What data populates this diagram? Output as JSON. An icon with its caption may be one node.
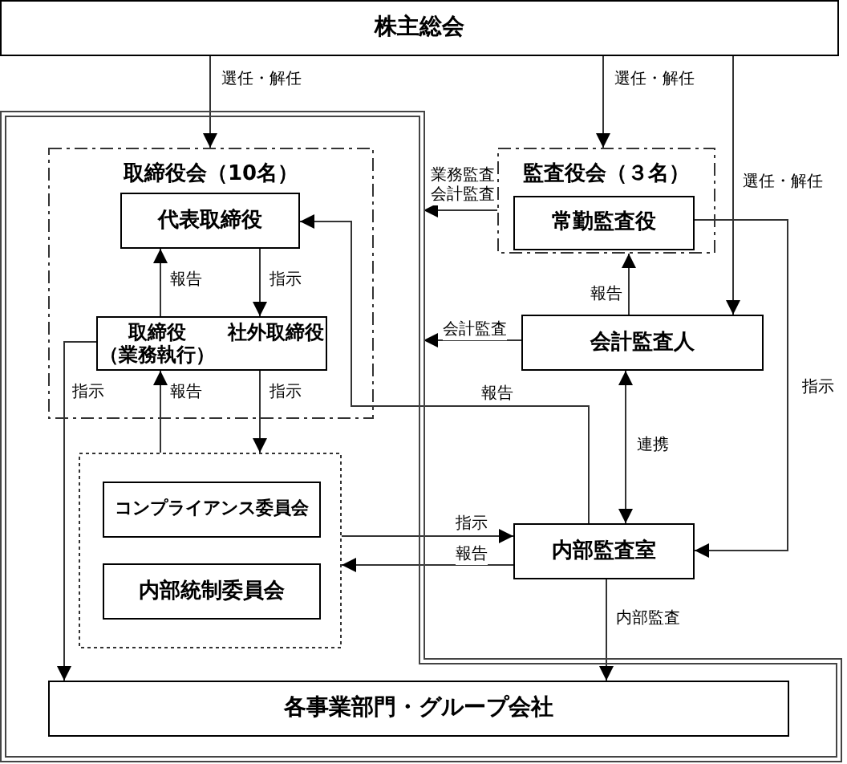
{
  "diagram": {
    "nodes": [
      {
        "text": [
          "株主総会"
        ]
      },
      {
        "text": [],
        "shape": "box"
      },
      {
        "text": [
          "取締役会（10名）"
        ],
        "in": 1
      },
      {
        "text": [
          "代表取締役"
        ],
        "in": 2
      },
      {
        "text": [
          "取締役",
          "社外取締役",
          "（業務執行）"
        ],
        "in": 2
      },
      {
        "text": [],
        "shape": "box",
        "in": 1
      },
      {
        "text": [
          "コンプライアンス委員会"
        ],
        "in": 5
      },
      {
        "text": [
          "内部統制委員会"
        ],
        "in": 5
      },
      {
        "text": [
          "各事業部門・グループ会社"
        ],
        "in": 1
      },
      {
        "text": [
          "監査役会（３名）"
        ]
      },
      {
        "text": [
          "常勤監査役"
        ],
        "in": 9
      },
      {
        "text": [
          "会計監査人"
        ]
      },
      {
        "text": [
          "内部監査室"
        ]
      }
    ],
    "edges": [
      {
        "from": 0,
        "to": 2,
        "arrow": "to",
        "label": "選任・解任"
      },
      {
        "from": 0,
        "to": 9,
        "arrow": "to",
        "label": "選任・解任"
      },
      {
        "from": 0,
        "to": 11,
        "arrow": "to",
        "label": "選任・解任"
      },
      {
        "from": 9,
        "to": 1,
        "arrow": "to",
        "label": "業務監査会計監査"
      },
      {
        "from": 10,
        "to": 12,
        "arrow": "to",
        "label": "指示"
      },
      {
        "from": 4,
        "to": 3,
        "arrow": "to",
        "label": "報告"
      },
      {
        "from": 3,
        "to": 4,
        "arrow": "to",
        "label": "指示"
      },
      {
        "from": 4,
        "to": 8,
        "arrow": "to",
        "label": "指示"
      },
      {
        "from": 5,
        "to": 4,
        "arrow": "to",
        "label": "報告"
      },
      {
        "from": 4,
        "to": 5,
        "arrow": "to",
        "label": "指示"
      },
      {
        "from": 12,
        "to": 3,
        "arrow": "to",
        "label": "報告"
      },
      {
        "from": 11,
        "to": 9,
        "arrow": "to",
        "label": "報告"
      },
      {
        "from": 11,
        "to": 1,
        "arrow": "to",
        "label": "会計監査"
      },
      {
        "from": 12,
        "to": 11,
        "arrow": "both",
        "label": "連携"
      },
      {
        "from": 5,
        "to": 12,
        "arrow": "to",
        "label": "指示"
      },
      {
        "from": 12,
        "to": 5,
        "arrow": "to",
        "label": "報告"
      },
      {
        "from": 12,
        "to": 8,
        "arrow": "to",
        "label": "内部監査"
      }
    ]
  }
}
